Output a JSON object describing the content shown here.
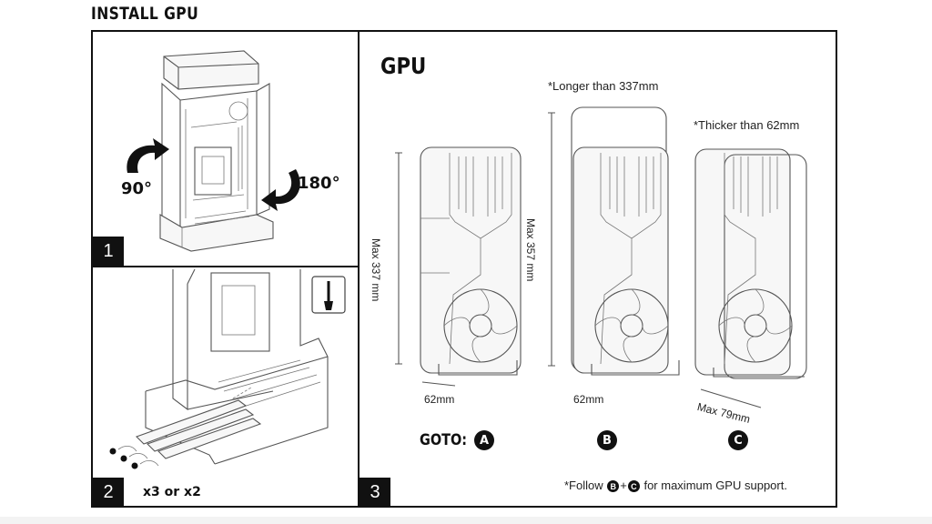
{
  "title": "INSTALL GPU",
  "panels": {
    "p1": {
      "number": "1",
      "rotate_left": "90°",
      "rotate_right": "180°"
    },
    "p2": {
      "number": "2",
      "screws": "x3 or x2"
    },
    "p3": {
      "number": "3",
      "heading": "GPU",
      "note_longer": "*Longer than 337mm",
      "note_thicker": "*Thicker than 62mm",
      "dim_a_height": "Max 337 mm",
      "dim_a_width": "62mm",
      "dim_b_height": "Max 357 mm",
      "dim_b_width": "62mm",
      "dim_c_width": "Max 79mm",
      "goto_label": "GOTO:",
      "option_a": "A",
      "option_b": "B",
      "option_c": "C",
      "footer_prefix": "*Follow",
      "footer_b": "B",
      "footer_plus": "+",
      "footer_c": "C",
      "footer_suffix": "for maximum GPU support."
    }
  },
  "icons": {
    "rotate": "curved-rotate-arrow-icon",
    "screwdriver": "screwdriver-icon",
    "fan": "gpu-fan-icon"
  }
}
